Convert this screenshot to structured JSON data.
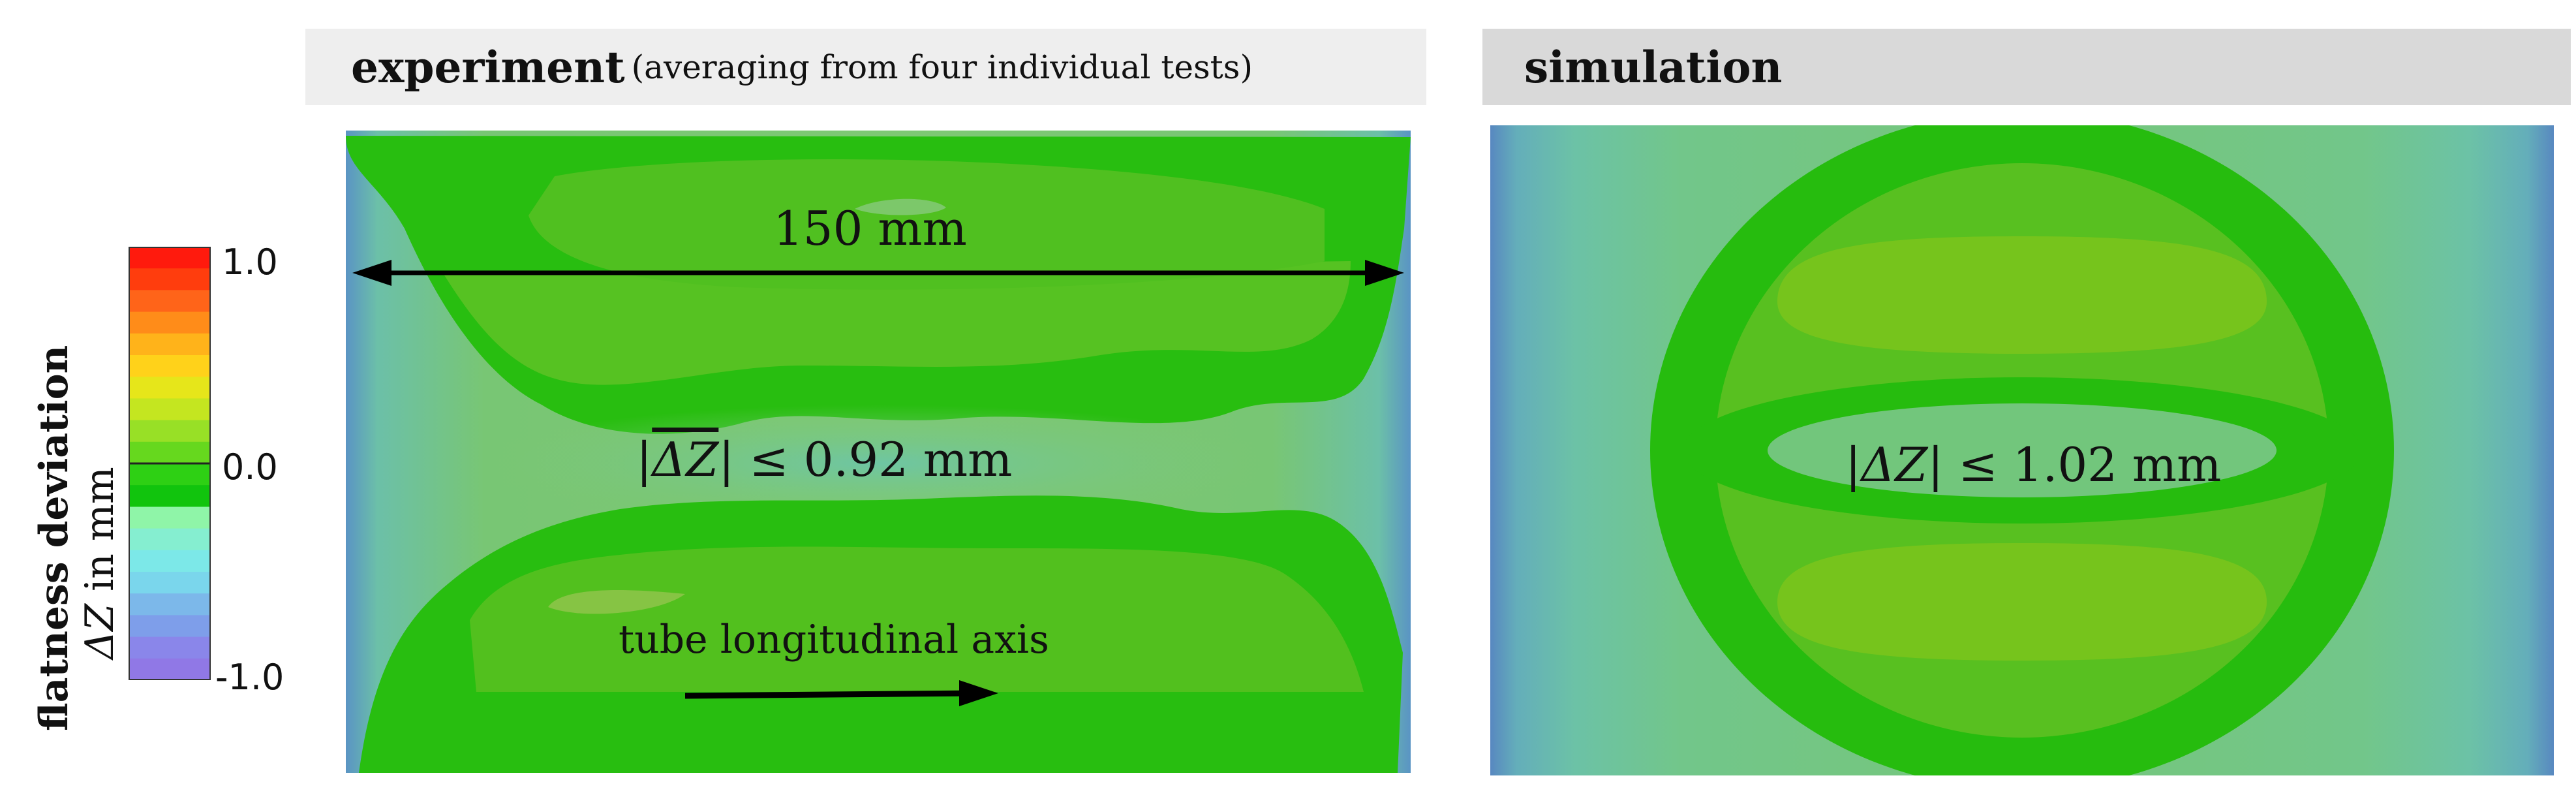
{
  "colorbar": {
    "title_bold": "flatness deviation",
    "title_symbol": "ΔZ",
    "title_unit": "in mm",
    "tick_max": "1.0",
    "tick_mid": "0.0",
    "tick_min": "-1.0",
    "range": [
      -1.0,
      1.0
    ],
    "colors_top_to_bottom": [
      "#ff1a0d",
      "#ff3d0d",
      "#ff6419",
      "#ff8c19",
      "#ffb31a",
      "#ffd21a",
      "#e6e61a",
      "#c4e620",
      "#98e026",
      "#66d81e",
      "#2ed014",
      "#11c40d",
      "#8ff5a8",
      "#85eed0",
      "#7ce8e8",
      "#7ad6ec",
      "#7cb8ea",
      "#7e9eea",
      "#8a86ea",
      "#9078e6"
    ]
  },
  "experiment": {
    "header_bold": "experiment",
    "header_sub": "(averaging from four individual tests)",
    "width_label": "150 mm",
    "bound_label_value": "≤ 0.92 mm",
    "axis_label": "tube longitudinal  axis"
  },
  "simulation": {
    "header_bold": "simulation",
    "bound_label_value": "≤ 1.02 mm"
  },
  "colors": {
    "green_dark": "#22bc0e",
    "green_mid": "#52c01e",
    "green_light": "#7cc638",
    "teal": "#6cc0a0",
    "blue_edge": "#5890c0"
  }
}
